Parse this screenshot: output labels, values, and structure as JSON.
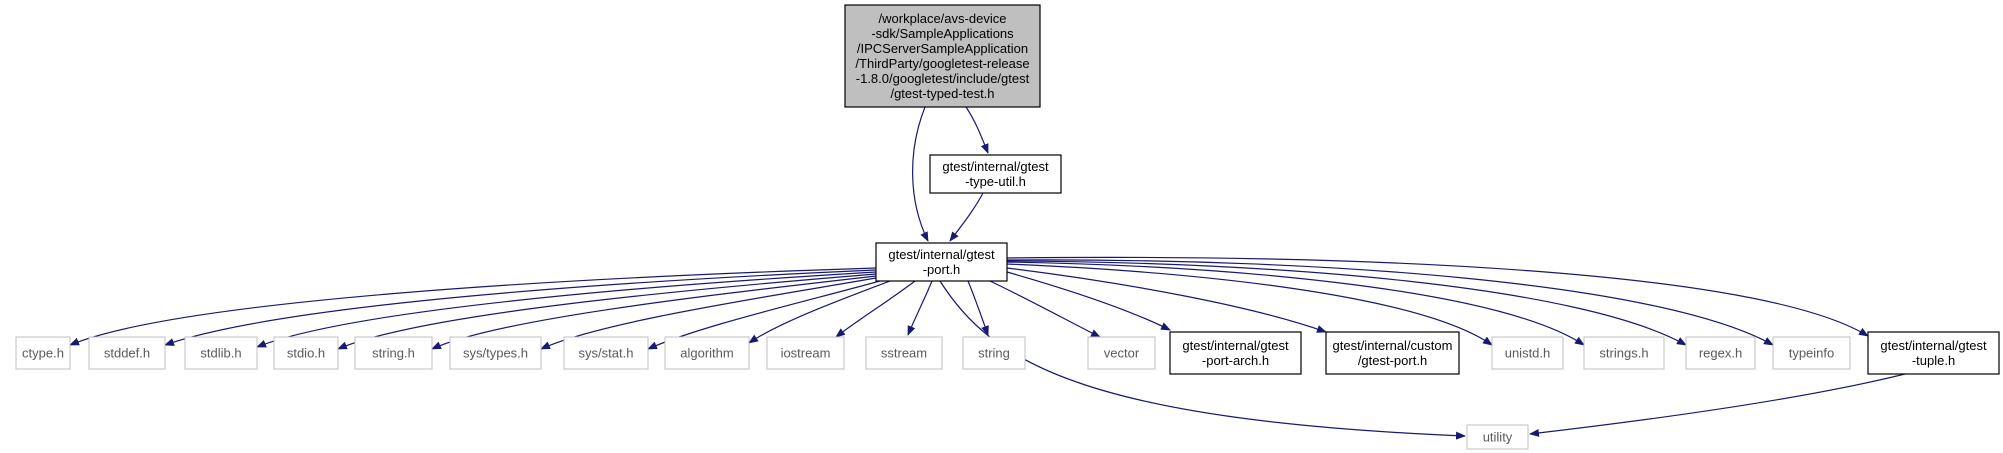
{
  "diagram": {
    "colors": {
      "edge": "#191970",
      "root_fill": "#bfbfbf",
      "documented_border": "#000000",
      "undocumented_border": "#bfbfbf",
      "background": "#ffffff"
    },
    "nodes": [
      {
        "id": "root",
        "lines": [
          "/workplace/avs-device",
          "-sdk/SampleApplications",
          "/IPCServerSampleApplication",
          "/ThirdParty/googletest-release",
          "-1.8.0/googletest/include/gtest",
          "/gtest-typed-test.h"
        ],
        "style": "root"
      },
      {
        "id": "type-util",
        "lines": [
          "gtest/internal/gtest",
          "-type-util.h"
        ],
        "style": "documented"
      },
      {
        "id": "port",
        "lines": [
          "gtest/internal/gtest",
          "-port.h"
        ],
        "style": "documented"
      },
      {
        "id": "ctype",
        "lines": [
          "ctype.h"
        ],
        "style": "external"
      },
      {
        "id": "stddef",
        "lines": [
          "stddef.h"
        ],
        "style": "external"
      },
      {
        "id": "stdlib",
        "lines": [
          "stdlib.h"
        ],
        "style": "external"
      },
      {
        "id": "stdio",
        "lines": [
          "stdio.h"
        ],
        "style": "external"
      },
      {
        "id": "string-h",
        "lines": [
          "string.h"
        ],
        "style": "external"
      },
      {
        "id": "sys-types",
        "lines": [
          "sys/types.h"
        ],
        "style": "external"
      },
      {
        "id": "sys-stat",
        "lines": [
          "sys/stat.h"
        ],
        "style": "external"
      },
      {
        "id": "algorithm",
        "lines": [
          "algorithm"
        ],
        "style": "external"
      },
      {
        "id": "iostream",
        "lines": [
          "iostream"
        ],
        "style": "external"
      },
      {
        "id": "sstream",
        "lines": [
          "sstream"
        ],
        "style": "external"
      },
      {
        "id": "string",
        "lines": [
          "string"
        ],
        "style": "external"
      },
      {
        "id": "vector",
        "lines": [
          "vector"
        ],
        "style": "external"
      },
      {
        "id": "port-arch",
        "lines": [
          "gtest/internal/gtest",
          "-port-arch.h"
        ],
        "style": "documented"
      },
      {
        "id": "custom-port",
        "lines": [
          "gtest/internal/custom",
          "/gtest-port.h"
        ],
        "style": "documented"
      },
      {
        "id": "unistd",
        "lines": [
          "unistd.h"
        ],
        "style": "external"
      },
      {
        "id": "strings",
        "lines": [
          "strings.h"
        ],
        "style": "external"
      },
      {
        "id": "regex",
        "lines": [
          "regex.h"
        ],
        "style": "external"
      },
      {
        "id": "typeinfo",
        "lines": [
          "typeinfo"
        ],
        "style": "external"
      },
      {
        "id": "tuple",
        "lines": [
          "gtest/internal/gtest",
          "-tuple.h"
        ],
        "style": "documented"
      },
      {
        "id": "utility",
        "lines": [
          "utility"
        ],
        "style": "external"
      }
    ],
    "edges": [
      {
        "from": "root",
        "to": "port"
      },
      {
        "from": "root",
        "to": "type-util"
      },
      {
        "from": "type-util",
        "to": "port"
      },
      {
        "from": "port",
        "to": "ctype"
      },
      {
        "from": "port",
        "to": "stddef"
      },
      {
        "from": "port",
        "to": "stdlib"
      },
      {
        "from": "port",
        "to": "stdio"
      },
      {
        "from": "port",
        "to": "string-h"
      },
      {
        "from": "port",
        "to": "sys-types"
      },
      {
        "from": "port",
        "to": "sys-stat"
      },
      {
        "from": "port",
        "to": "algorithm"
      },
      {
        "from": "port",
        "to": "iostream"
      },
      {
        "from": "port",
        "to": "sstream"
      },
      {
        "from": "port",
        "to": "string"
      },
      {
        "from": "port",
        "to": "vector"
      },
      {
        "from": "port",
        "to": "port-arch"
      },
      {
        "from": "port",
        "to": "custom-port"
      },
      {
        "from": "port",
        "to": "unistd"
      },
      {
        "from": "port",
        "to": "strings"
      },
      {
        "from": "port",
        "to": "regex"
      },
      {
        "from": "port",
        "to": "typeinfo"
      },
      {
        "from": "port",
        "to": "tuple"
      },
      {
        "from": "port",
        "to": "utility"
      },
      {
        "from": "tuple",
        "to": "utility"
      }
    ]
  }
}
